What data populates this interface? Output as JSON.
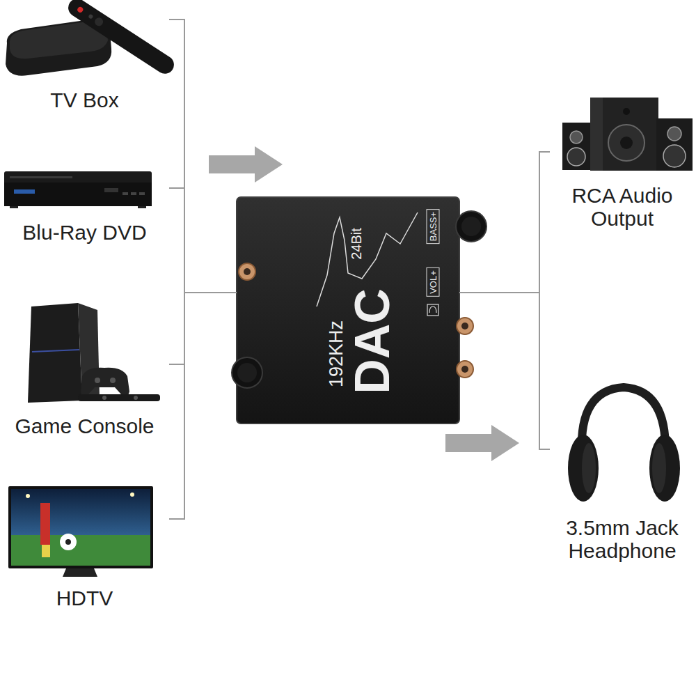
{
  "diagram": {
    "nodes": [
      {
        "text": [
          "TV Box"
        ]
      },
      {
        "text": [
          "Blu-Ray DVD"
        ]
      },
      {
        "text": [
          "Game Console"
        ]
      },
      {
        "text": [
          "HDTV"
        ]
      },
      {
        "text": [
          "192KHz",
          "24Bit",
          "DAC",
          "VOL+",
          "BASS+"
        ]
      },
      {
        "text": [
          "RCA Audio Output"
        ]
      },
      {
        "text": [
          "3.5mm Jack Headphone"
        ]
      }
    ],
    "edges": [
      {
        "from": 0,
        "to": 4,
        "arrow": "none"
      },
      {
        "from": 1,
        "to": 4,
        "arrow": "none"
      },
      {
        "from": 2,
        "to": 4,
        "arrow": "none"
      },
      {
        "from": 3,
        "to": 4,
        "arrow": "none"
      },
      {
        "from": 4,
        "to": 5,
        "arrow": "none"
      },
      {
        "from": 4,
        "to": 6,
        "arrow": "none"
      }
    ]
  }
}
